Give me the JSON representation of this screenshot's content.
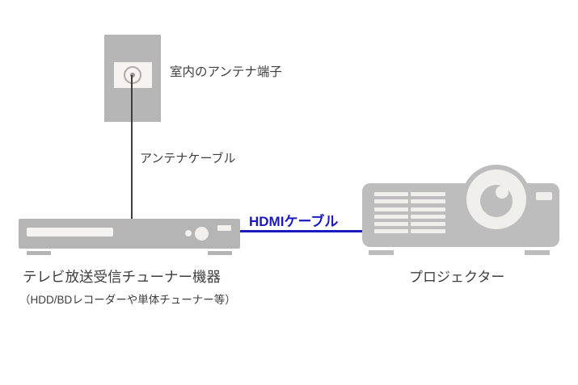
{
  "diagram": {
    "nodes": {
      "antenna_terminal": {
        "label": "室内のアンテナ端子"
      },
      "tuner": {
        "label": "テレビ放送受信チューナー機器",
        "sublabel": "（HDD/BDレコーダーや単体チューナー等）"
      },
      "projector": {
        "label": "プロジェクター"
      }
    },
    "cables": {
      "antenna": {
        "label": "アンテナケーブル",
        "color": "#3d3d3d"
      },
      "hdmi": {
        "label": "HDMIケーブル",
        "color": "#1a1ac0"
      }
    },
    "colors": {
      "device_gray": "#b9b9b9",
      "detail_light": "#f2efec",
      "text": "#3e3e3e",
      "background": "#ffffff"
    }
  }
}
